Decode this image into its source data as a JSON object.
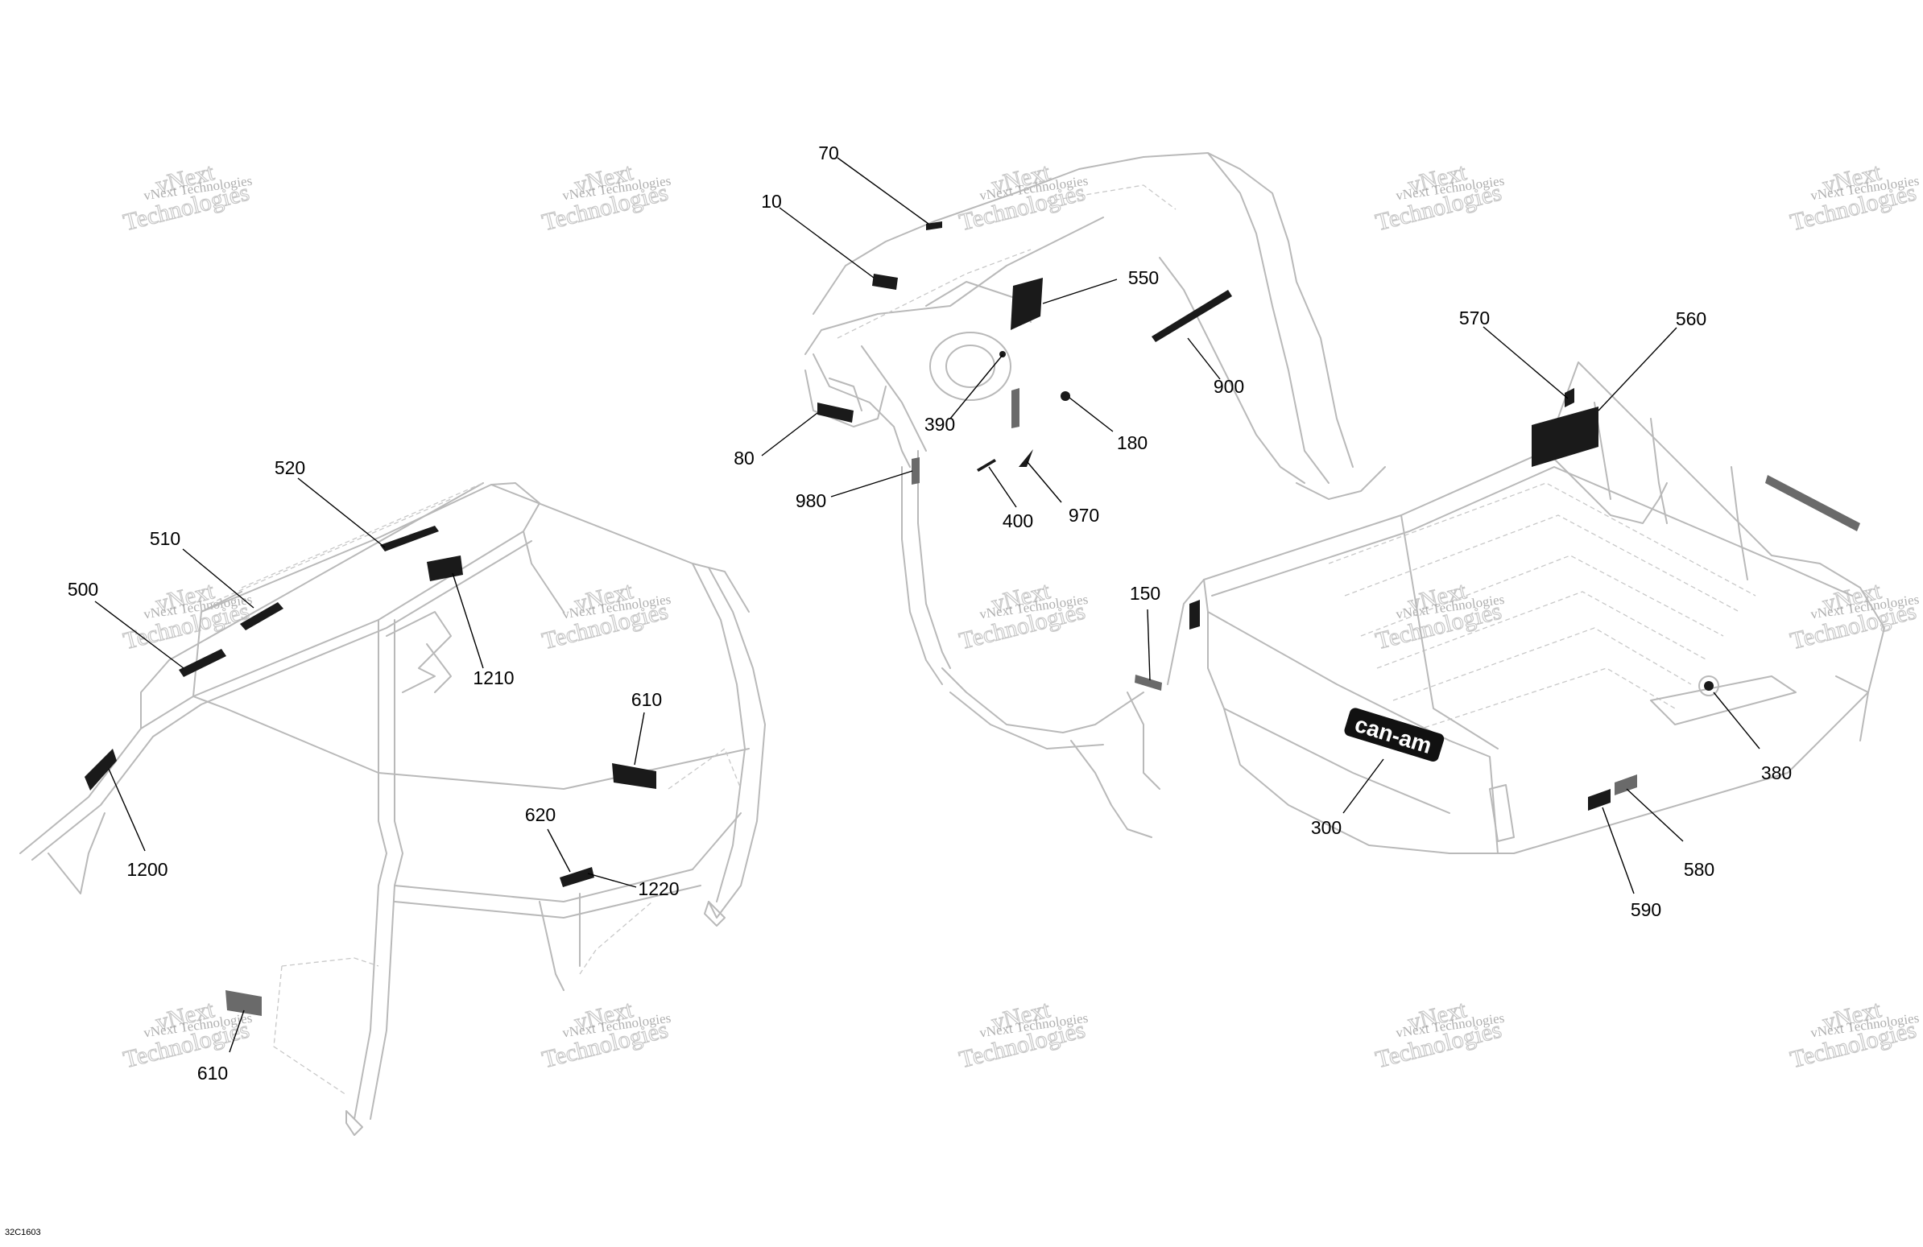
{
  "diagram": {
    "reference_code": "32C1603",
    "watermark": {
      "small_text": "vNext Technologies",
      "big_text_line1": "vNext",
      "big_text_line2": "Technologies"
    },
    "callouts": [
      {
        "id": "c10",
        "label": "10"
      },
      {
        "id": "c70",
        "label": "70"
      },
      {
        "id": "c550",
        "label": "550"
      },
      {
        "id": "c900",
        "label": "900"
      },
      {
        "id": "c570",
        "label": "570"
      },
      {
        "id": "c560",
        "label": "560"
      },
      {
        "id": "c390",
        "label": "390"
      },
      {
        "id": "c180",
        "label": "180"
      },
      {
        "id": "c80",
        "label": "80"
      },
      {
        "id": "c980",
        "label": "980"
      },
      {
        "id": "c400",
        "label": "400"
      },
      {
        "id": "c970",
        "label": "970"
      },
      {
        "id": "c520",
        "label": "520"
      },
      {
        "id": "c510",
        "label": "510"
      },
      {
        "id": "c500",
        "label": "500"
      },
      {
        "id": "c1210",
        "label": "1210"
      },
      {
        "id": "c610a",
        "label": "610"
      },
      {
        "id": "c620",
        "label": "620"
      },
      {
        "id": "c1220",
        "label": "1220"
      },
      {
        "id": "c1200",
        "label": "1200"
      },
      {
        "id": "c610b",
        "label": "610"
      },
      {
        "id": "c150",
        "label": "150"
      },
      {
        "id": "c300",
        "label": "300"
      },
      {
        "id": "c380",
        "label": "380"
      },
      {
        "id": "c580",
        "label": "580"
      },
      {
        "id": "c590",
        "label": "590"
      }
    ],
    "brand_decal_text": "can-am"
  }
}
